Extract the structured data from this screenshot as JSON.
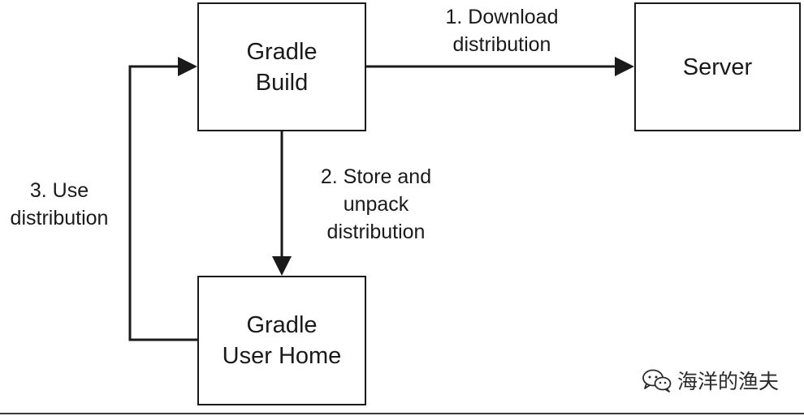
{
  "nodes": {
    "build": "Gradle\nBuild",
    "server": "Server",
    "home": "Gradle\nUser Home"
  },
  "edges": {
    "download": "1. Download\ndistribution",
    "store": "2. Store and\nunpack\ndistribution",
    "use": "3. Use\ndistribution"
  },
  "watermark": {
    "text": "海洋的渔夫",
    "icon": "wechat-icon"
  },
  "colors": {
    "stroke": "#1a1a1a",
    "background": "#ffffff"
  }
}
